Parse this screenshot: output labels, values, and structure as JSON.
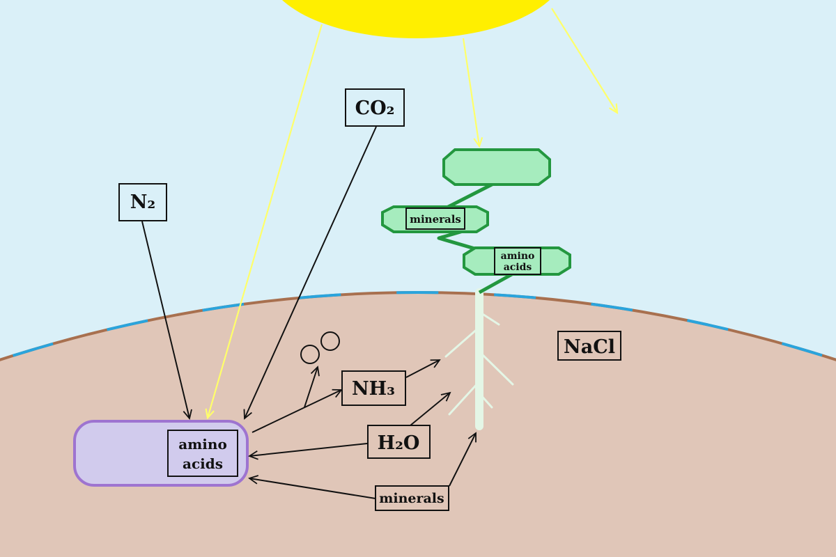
{
  "labels": {
    "co2": "CO₂",
    "n2": "N₂",
    "nacl": "NaCl",
    "nh3": "NH₃",
    "h2o": "H₂O",
    "minerals_soil": "minerals",
    "minerals_plant": "minerals",
    "amino_cell_line1": "amino",
    "amino_cell_line2": "acids",
    "amino_plant_line1": "amino",
    "amino_plant_line2": "acids"
  },
  "colors": {
    "sky": "#daf0f8",
    "soil": "#e0c6b8",
    "soil_edge": "#a8704f",
    "water_segments": "#2aa4dc",
    "sun": "#ffef00",
    "sun_rays": "#ffff6a",
    "leaf_fill": "#a6ecbe",
    "leaf_stroke": "#23973f",
    "root": "#e4f6e6",
    "cell_fill": "#d1cbed",
    "cell_stroke": "#9e74d0",
    "arrow": "#111111"
  }
}
